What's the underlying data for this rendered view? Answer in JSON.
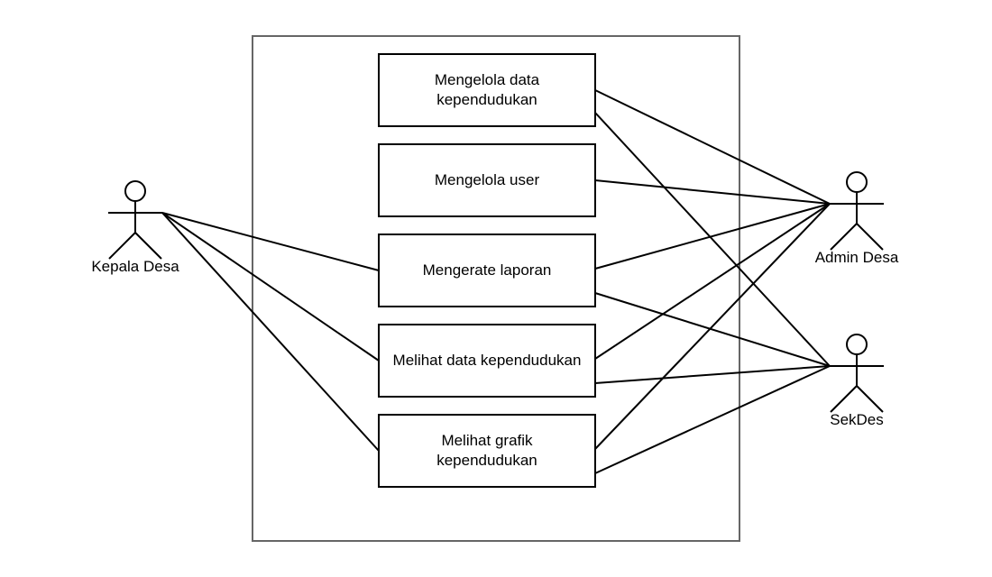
{
  "colors": {
    "boundary_stroke": "#666666",
    "stroke": "#000000",
    "background": "#ffffff"
  },
  "actors": [
    {
      "id": "kepala",
      "label": "Kepala Desa"
    },
    {
      "id": "admin",
      "label": "Admin Desa"
    },
    {
      "id": "sekdes",
      "label": "SekDes"
    }
  ],
  "use_cases": [
    {
      "id": "uc1",
      "label": "Mengelola data\nkependudukan"
    },
    {
      "id": "uc2",
      "label": "Mengelola user"
    },
    {
      "id": "uc3",
      "label": "Mengerate laporan"
    },
    {
      "id": "uc4",
      "label": "Melihat data kependudukan"
    },
    {
      "id": "uc5",
      "label": "Melihat grafik\nkependudukan"
    }
  ],
  "associations": [
    {
      "actor": "kepala",
      "use_case": "uc3"
    },
    {
      "actor": "kepala",
      "use_case": "uc4"
    },
    {
      "actor": "kepala",
      "use_case": "uc5"
    },
    {
      "actor": "admin",
      "use_case": "uc1"
    },
    {
      "actor": "admin",
      "use_case": "uc2"
    },
    {
      "actor": "admin",
      "use_case": "uc3"
    },
    {
      "actor": "admin",
      "use_case": "uc4"
    },
    {
      "actor": "admin",
      "use_case": "uc5"
    },
    {
      "actor": "sekdes",
      "use_case": "uc1"
    },
    {
      "actor": "sekdes",
      "use_case": "uc3"
    },
    {
      "actor": "sekdes",
      "use_case": "uc4"
    },
    {
      "actor": "sekdes",
      "use_case": "uc5"
    }
  ]
}
